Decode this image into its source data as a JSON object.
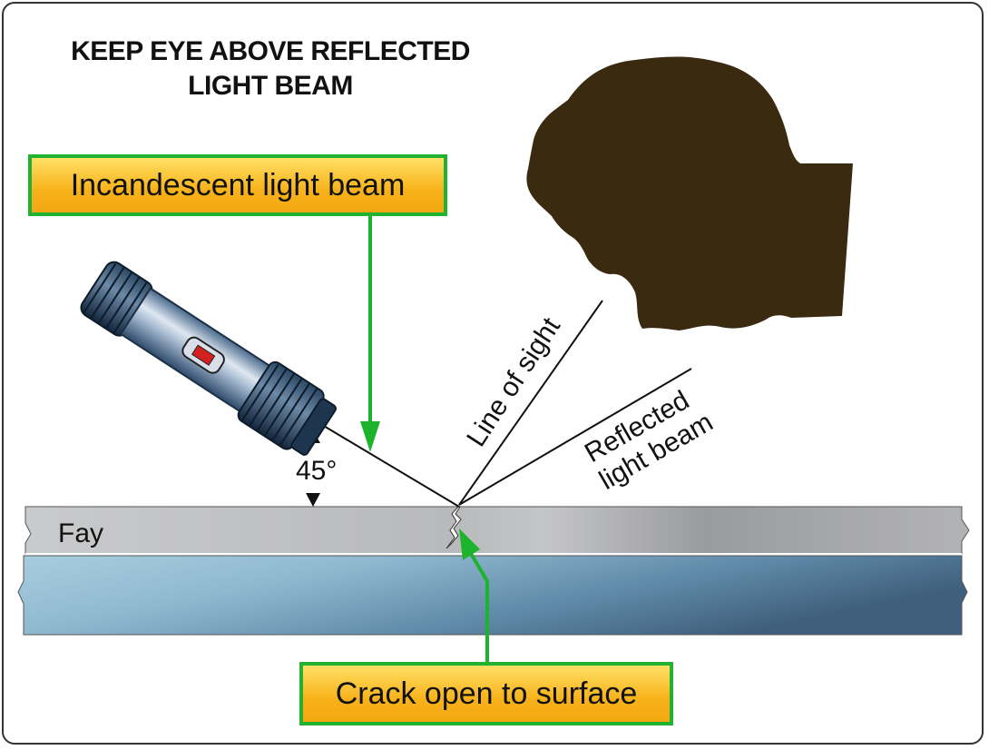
{
  "title": {
    "line1": "KEEP EYE ABOVE REFLECTED",
    "line2": "LIGHT BEAM"
  },
  "callouts": {
    "incandescent": "Incandescent light beam",
    "crack": "Crack open to surface"
  },
  "labels": {
    "line_of_sight": "Line of sight",
    "reflected_line1": "Reflected",
    "reflected_line2": "light beam",
    "angle": "45°",
    "fay": "Fay"
  },
  "colors": {
    "callout_border": "#22b232",
    "callout_fill": "#f7b21a",
    "arrow_green": "#1db32c",
    "head_silhouette": "#3a2a10",
    "surface_grey": "#b5b6b8",
    "underlayer_blue": "#5d86a3"
  },
  "icons": [
    "flashlight-icon",
    "head-silhouette-icon"
  ]
}
